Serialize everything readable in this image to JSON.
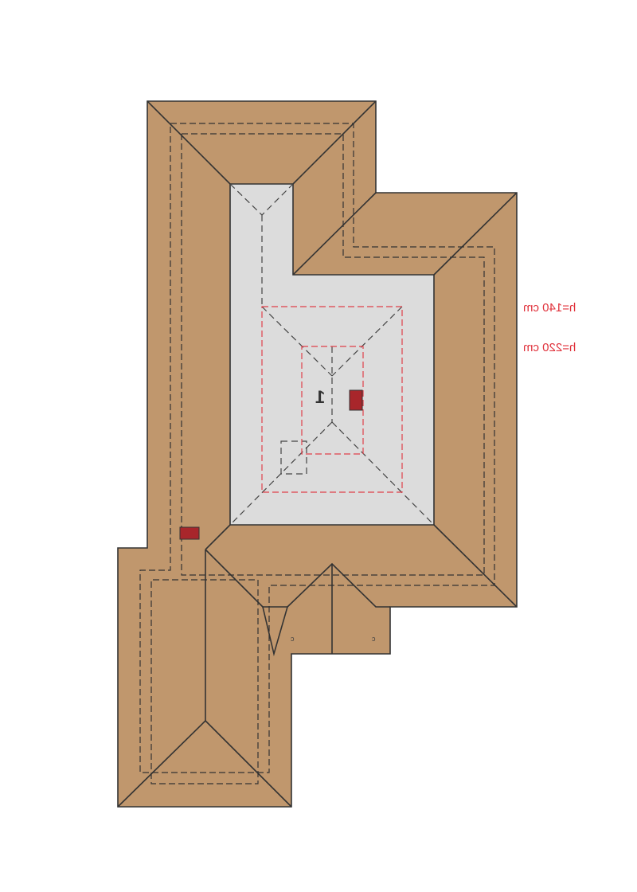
{
  "labels": {
    "height_1": "h=140 cm",
    "height_2": "h=220 cm",
    "room_number": "1",
    "dormer_mark_left": "c",
    "dormer_mark_right": "c"
  },
  "colors": {
    "roof": "#c0976d",
    "flat_roof": "#dcdcdc",
    "line": "#333333",
    "red_dash": "#e0404a",
    "chimney": "#a8262b"
  }
}
